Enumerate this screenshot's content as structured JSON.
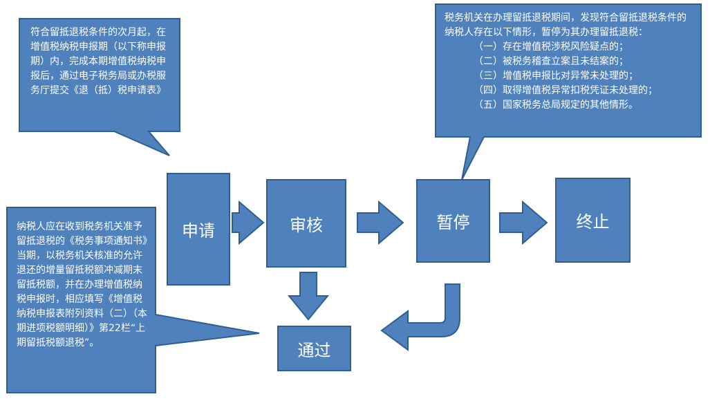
{
  "nodes": {
    "apply": "申请",
    "review": "审核",
    "suspend": "暂停",
    "terminate": "终止",
    "pass": "通过"
  },
  "callouts": {
    "top_left": "符合留抵退税条件的次月起，在增值税纳税申报期（以下称申报期）内，完成本期增值税纳税申报后，通过电子税务局或办税服务厅提交《退（抵）税申请表》",
    "top_right": {
      "intro": "税务机关在办理留抵退税期间，发现符合留抵退税条件的纳税人存在以下情形，暂停为其办理留抵退税：",
      "items": [
        "（一）存在增值税涉税风险疑点的；",
        "（二）被税务稽查立案且未结案的；",
        "（三）增值税申报比对异常未处理的；",
        "（四）取得增值税异常扣税凭证未处理的；",
        "（五）国家税务总局规定的其他情形。"
      ]
    },
    "bottom_left": "纳税人应在收到税务机关准予留抵退税的《税务事项通知书》当期，以税务机关核准的允许退还的增量留抵税额冲减期末留抵税额，并在办理增值税纳税申报时，相应填写《增值税纳税申报表附列资料（二）（本期进项税额明细）》第22栏“上期留抵税额退税”。"
  },
  "colors": {
    "fill": "#4f81bd",
    "stroke": "#2f5f8f",
    "text": "#ffffff"
  }
}
